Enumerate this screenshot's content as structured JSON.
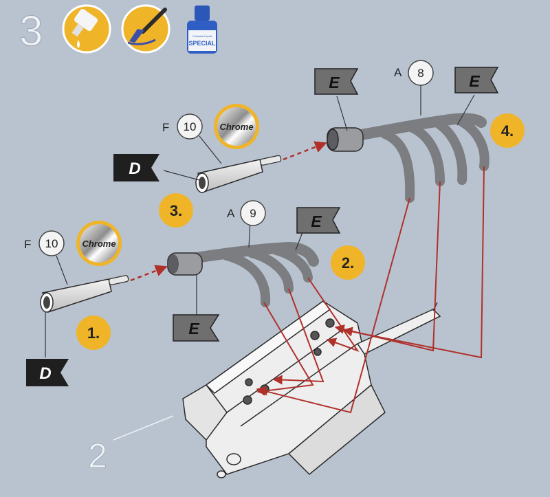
{
  "step_number": "3",
  "paint_icons": [
    {
      "name": "glue-bottle-icon"
    },
    {
      "name": "paintbrush-icon"
    },
    {
      "name": "contacta-liquid-special-bottle-icon",
      "label": "SPECIAL",
      "sublabel": "Contacta Liquid"
    }
  ],
  "parts": {
    "f10_top": {
      "sprue": "F",
      "number": "10",
      "finish": "Chrome"
    },
    "f10_left": {
      "sprue": "F",
      "number": "10",
      "finish": "Chrome"
    },
    "a8": {
      "sprue": "A",
      "number": "8"
    },
    "a9": {
      "sprue": "A",
      "number": "9"
    }
  },
  "flags": {
    "d_top": "D",
    "d_bottom": "D",
    "e_top_left": "E",
    "e_top_right": "E",
    "e_mid": "E",
    "e_bottom": "E"
  },
  "steps": {
    "s1": "1.",
    "s2": "2.",
    "s3": "3.",
    "s4": "4."
  },
  "assembly_label": "2",
  "colors": {
    "background": "#b9c3d0",
    "step_badge": "#f0b429",
    "arrow": "#b0302a",
    "flag_dark": "#1f1f1f",
    "flag_grey": "#6f6f6f",
    "part_grey": "#7b7d80"
  }
}
